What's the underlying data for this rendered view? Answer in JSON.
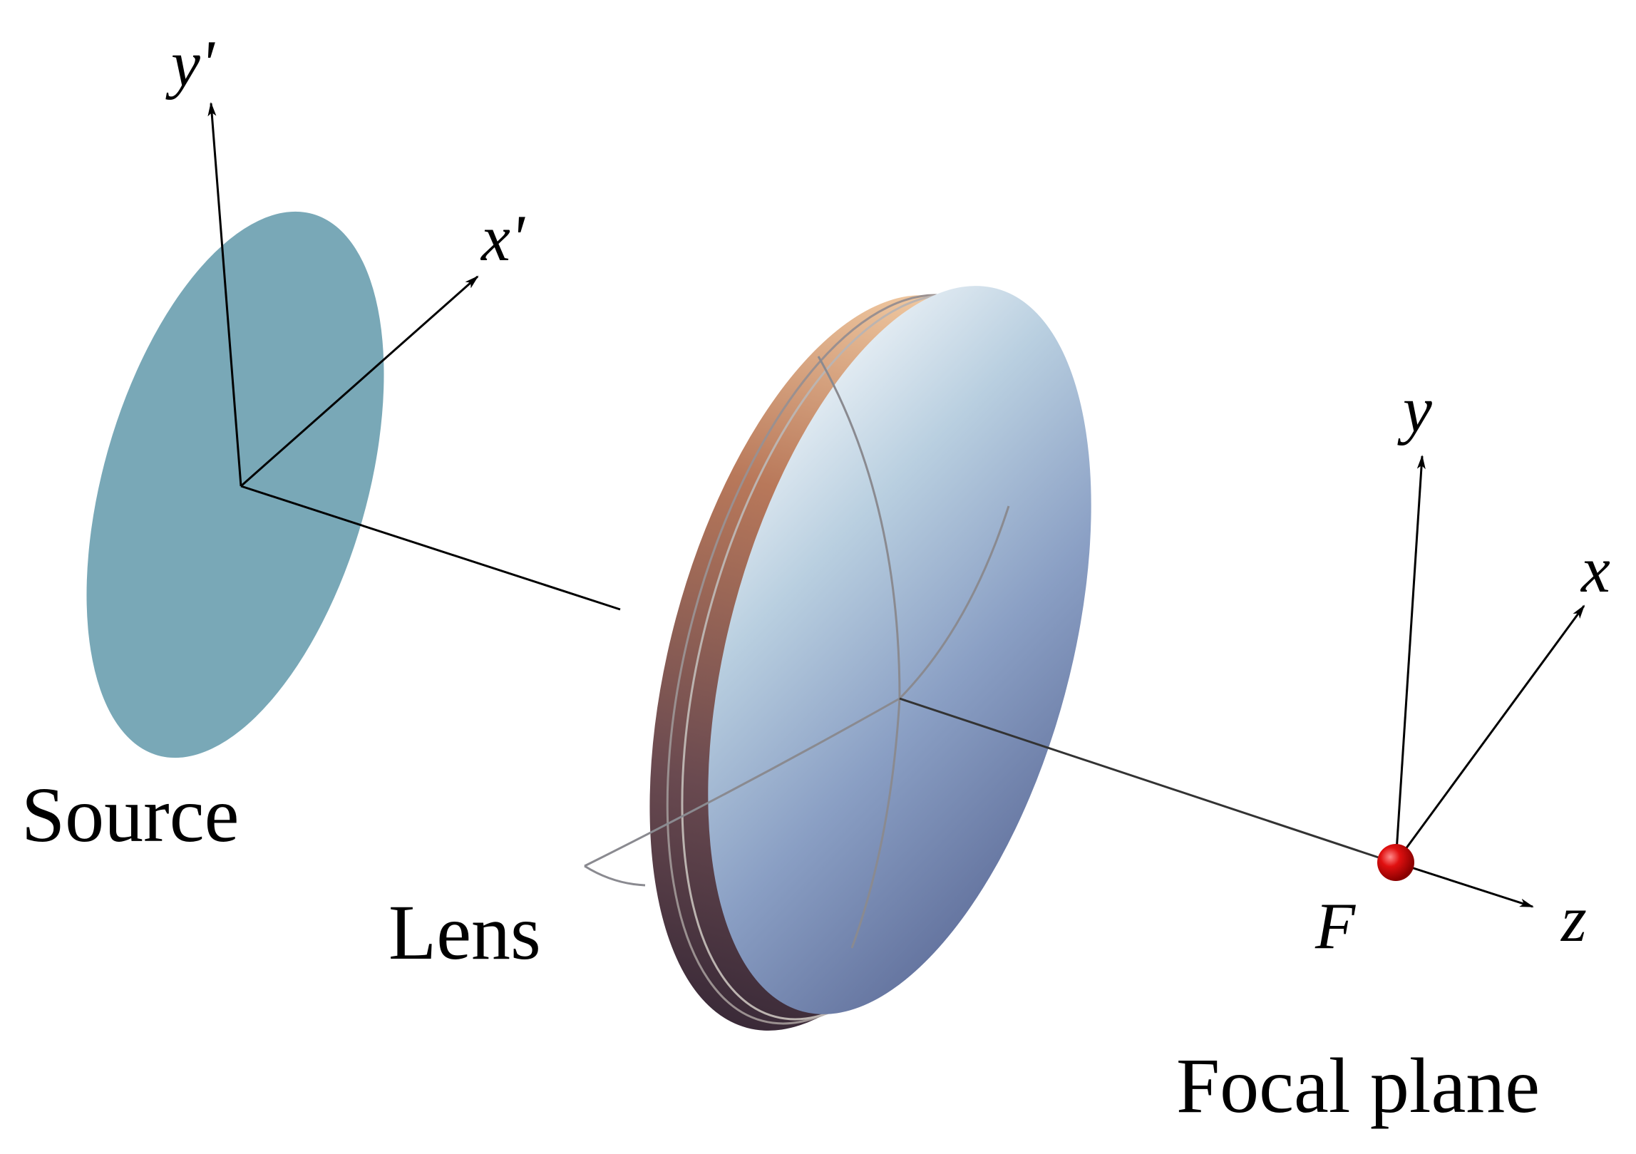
{
  "labels": {
    "source": "Source",
    "lens": "Lens",
    "focal_plane": "Focal plane",
    "focus": "F"
  },
  "axes": {
    "source_y": "y'",
    "source_x": "x'",
    "focal_y": "y",
    "focal_x": "x",
    "z": "z"
  },
  "colors": {
    "source_disk": "#79a8b7",
    "lens_face_light": "#c8d8e8",
    "lens_face_dark": "#6a7aa8",
    "lens_rim_warm": "#c88a60",
    "lens_rim_dark": "#5a4a48",
    "focus_point": "#e01010",
    "axis_line": "#000000"
  }
}
